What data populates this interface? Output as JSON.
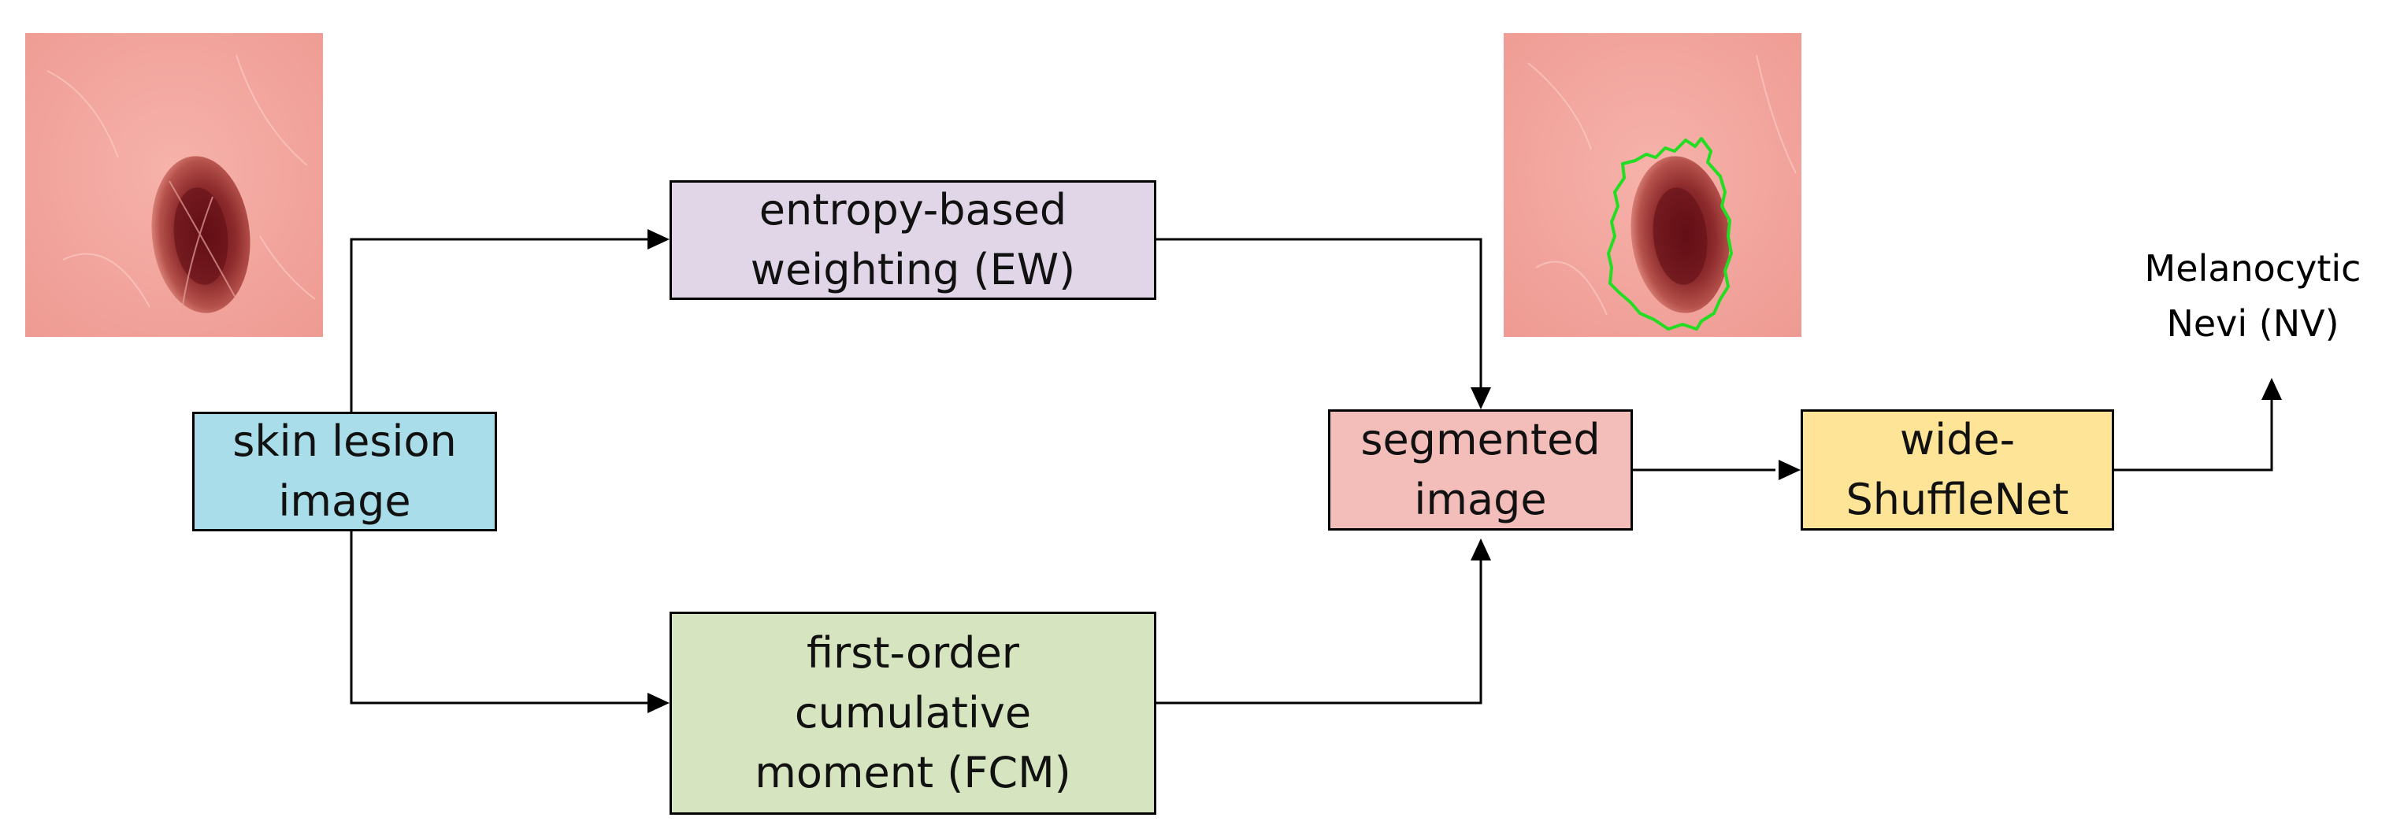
{
  "colors": {
    "input": "#a8dde9",
    "ew": "#e0d6e8",
    "fcm": "#d6e4bf",
    "segmented": "#f3bdba",
    "classifier": "#fde496",
    "contour": "#22dd22",
    "skin": "#f2a49c",
    "lesion": "#7a1f24"
  },
  "nodes": {
    "input": {
      "line1": "skin lesion",
      "line2": "image"
    },
    "ew": {
      "line1": "entropy-based",
      "line2": "weighting (EW)"
    },
    "fcm": {
      "line1": "first-order",
      "line2": "cumulative",
      "line3": "moment (FCM)"
    },
    "segmented": {
      "line1": "segmented",
      "line2": "image"
    },
    "classifier": {
      "line1": "wide-",
      "line2": "ShuffleNet"
    }
  },
  "output": {
    "line1": "Melanocytic",
    "line2": "Nevi (NV)"
  }
}
